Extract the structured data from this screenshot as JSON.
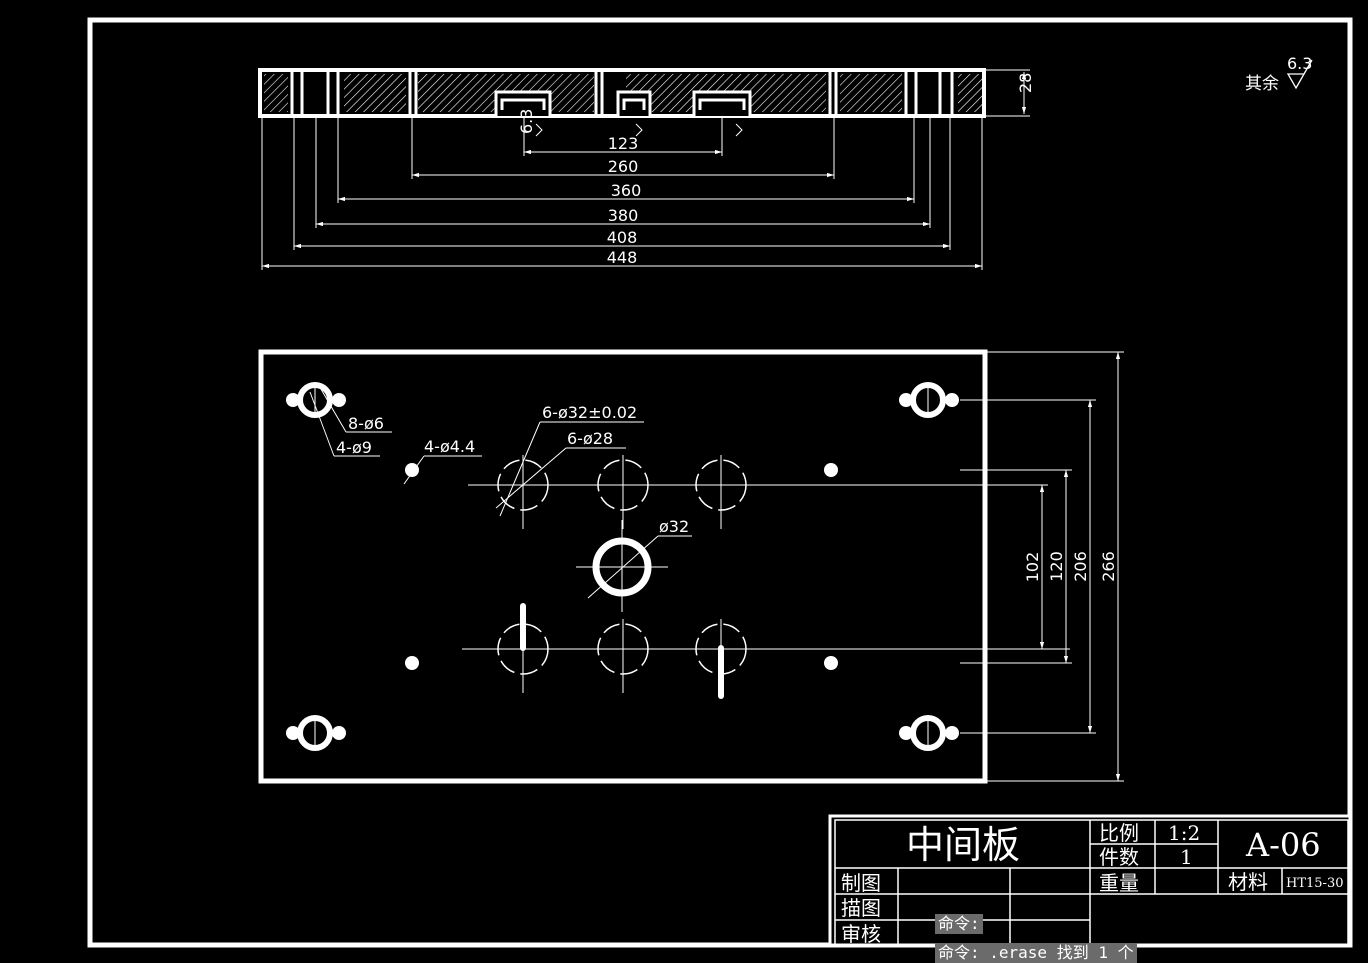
{
  "surface_finish": {
    "label": "其余",
    "value": "6.3"
  },
  "section_view": {
    "thickness": "28",
    "small_roughness": "6.3",
    "dimensions": [
      "123",
      "260",
      "360",
      "380",
      "408",
      "448"
    ]
  },
  "plan_view": {
    "callouts": {
      "pin_holes": "8-ø6",
      "bolt_holes": "4-ø9",
      "small_holes": "4-ø4.4",
      "bore_holes": "6-ø32±0.02",
      "inner_holes": "6-ø28",
      "center_hole": "ø32"
    },
    "vertical_dims": [
      "102",
      "120",
      "206",
      "266"
    ]
  },
  "title_block": {
    "part_name": "中间板",
    "scale_label": "比例",
    "scale_value": "1:2",
    "qty_label": "件数",
    "qty_value": "1",
    "weight_label": "重量",
    "drawing_number": "A-06",
    "material_label": "材料",
    "material_value": "HT15-30",
    "drawn_by_label": "制图",
    "traced_by_label": "描图",
    "checked_by_label": "审核"
  },
  "command_line": {
    "prompt": "命令:",
    "history": "命令:  .erase 找到 1 个"
  }
}
